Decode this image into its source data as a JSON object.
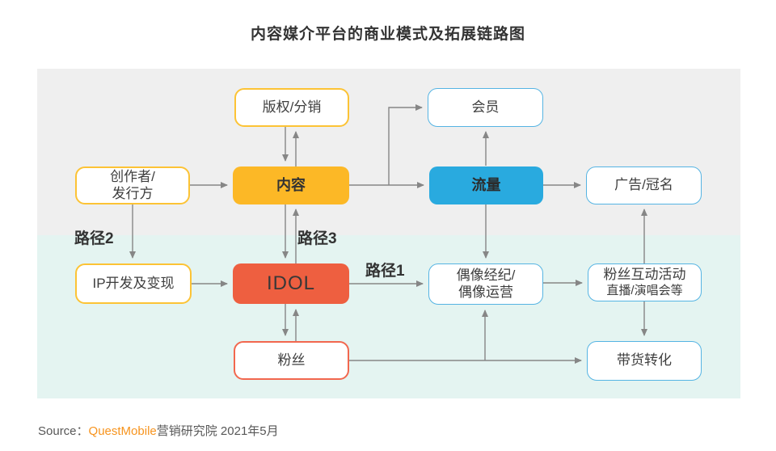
{
  "title": "内容媒介平台的商业模式及拓展链路图",
  "nodes": {
    "copyright": {
      "label": "版权/分销"
    },
    "member": {
      "label": "会员"
    },
    "creator": {
      "lines": [
        "创作者/",
        "发行方"
      ]
    },
    "content": {
      "label": "内容"
    },
    "traffic": {
      "label": "流量"
    },
    "ads": {
      "label": "广告/冠名"
    },
    "ip": {
      "label": "IP开发及变现"
    },
    "idol": {
      "label": "IDOL"
    },
    "agency": {
      "lines": [
        "偶像经纪/",
        "偶像运营"
      ]
    },
    "fan_activity": {
      "lines": [
        "粉丝互动活动",
        "直播/演唱会等"
      ]
    },
    "fans": {
      "label": "粉丝"
    },
    "conversion": {
      "label": "带货转化"
    }
  },
  "path_labels": {
    "path1": "路径1",
    "path2": "路径2",
    "path3": "路径3"
  },
  "edges": [
    {
      "from": "creator",
      "to": "content",
      "direction": "right"
    },
    {
      "from": "creator",
      "to": "ip",
      "direction": "down"
    },
    {
      "from": "copyright",
      "to": "content",
      "direction": "two-way-vertical"
    },
    {
      "from": "content",
      "to": "traffic",
      "direction": "right"
    },
    {
      "from": "content-traffic-line",
      "to": "member",
      "direction": "up-right-branch"
    },
    {
      "from": "traffic",
      "to": "member",
      "direction": "up"
    },
    {
      "from": "traffic",
      "to": "ads",
      "direction": "right"
    },
    {
      "from": "content",
      "to": "idol",
      "direction": "two-way-vertical"
    },
    {
      "from": "ip",
      "to": "idol",
      "direction": "right"
    },
    {
      "from": "idol",
      "to": "agency",
      "direction": "right"
    },
    {
      "from": "traffic",
      "to": "agency",
      "direction": "down"
    },
    {
      "from": "agency",
      "to": "fan_activity",
      "direction": "right"
    },
    {
      "from": "fan_activity",
      "to": "ads",
      "direction": "up"
    },
    {
      "from": "fan_activity",
      "to": "conversion",
      "direction": "down"
    },
    {
      "from": "idol",
      "to": "fans",
      "direction": "two-way-vertical"
    },
    {
      "from": "fans",
      "to": "conversion",
      "direction": "right"
    },
    {
      "from": "fans",
      "to": "agency",
      "direction": "up-branch"
    }
  ],
  "source": {
    "prefix": "Source：",
    "brand": "QuestMobile",
    "suffix": "营销研究院 2021年5月"
  },
  "colors": {
    "yellow_fill": "#fcb826",
    "yellow_border": "#fcc335",
    "blue_fill": "#29aadf",
    "blue_border": "#55b4e3",
    "red_fill": "#ee5f40",
    "red_border": "#f2674e",
    "band_gray": "#efefef",
    "band_teal": "#e4f4f1",
    "arrow_gray": "#868686",
    "brand_orange": "#f7941e"
  }
}
